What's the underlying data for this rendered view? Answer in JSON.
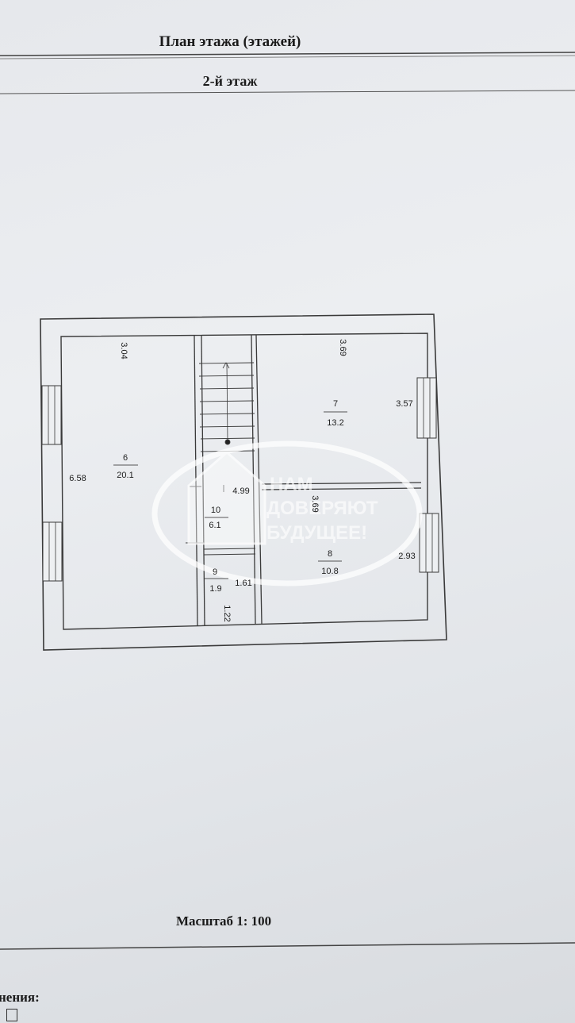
{
  "header": {
    "title": "План этажа (этажей)",
    "subtitle": "2-й этаж"
  },
  "plan": {
    "rooms": [
      {
        "number": "6",
        "area": "20.1"
      },
      {
        "number": "7",
        "area": "13.2"
      },
      {
        "number": "8",
        "area": "10.8"
      },
      {
        "number": "9",
        "area": "1.9"
      },
      {
        "number": "10",
        "area": "6.1"
      }
    ],
    "dimensions": {
      "room6_top": "3.04",
      "room6_left": "6.58",
      "room7_top": "3.69",
      "room7_right": "3.57",
      "room8_top": "3.69",
      "room8_right": "2.93",
      "room10_height": "4.99",
      "room9_width": "1.61",
      "room9_height": "1.22"
    }
  },
  "watermark": {
    "line1": "НАМ",
    "line2": "ДОВЕРЯЮТ",
    "line3": "БУДУЩЕЕ!"
  },
  "scale": "Масштаб 1: 100",
  "footer": {
    "partial_text": "нения:"
  },
  "colors": {
    "paper": "#e8eaed",
    "wall": "#3a3a3a",
    "ink": "#1b1b1b",
    "watermark": "#ffffff"
  }
}
